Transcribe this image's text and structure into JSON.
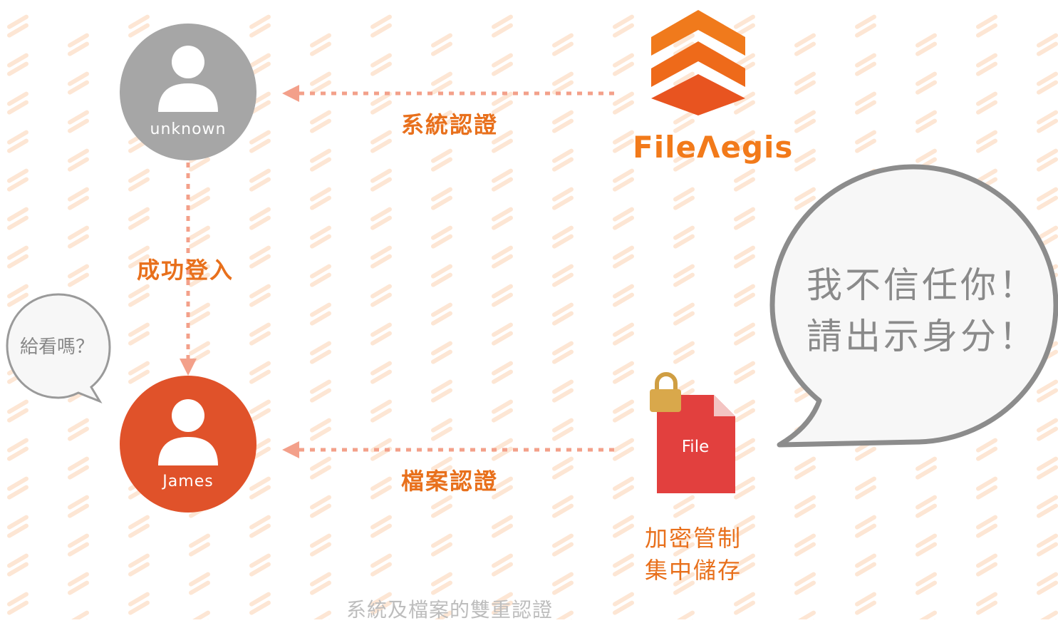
{
  "colors": {
    "accent": "#e8701c",
    "james": "#e0522a",
    "unknown": "#a6a6a6",
    "file": "#e2403e",
    "lock": "#d9a84b",
    "connector": "#f3a08a",
    "stripe": "#fde6d4",
    "bubble_fill": "#f7f7f7",
    "bubble_border": "#8c8c8c"
  },
  "nodes": {
    "unknown_user": {
      "name": "unknown",
      "icon": "user-icon"
    },
    "james": {
      "name": "James",
      "icon": "user-icon"
    },
    "brand": {
      "name": "FileΛegis",
      "icon": "fileaegis-logo"
    },
    "file": {
      "name": "File",
      "icon": "locked-file-icon"
    }
  },
  "edges": {
    "system_auth": {
      "label": "系統認證",
      "from": "brand",
      "to": "unknown_user"
    },
    "login_success": {
      "label": "成功登入",
      "from": "unknown_user",
      "to": "james"
    },
    "file_auth": {
      "label": "檔案認證",
      "from": "file",
      "to": "james"
    }
  },
  "bubbles": {
    "user_question": "給看嗎？",
    "file_speech": [
      "我不信任你！",
      "請出示身分！"
    ]
  },
  "file_caption": [
    "加密管制",
    "集中儲存"
  ],
  "caption": "系統及檔案的雙重認證"
}
